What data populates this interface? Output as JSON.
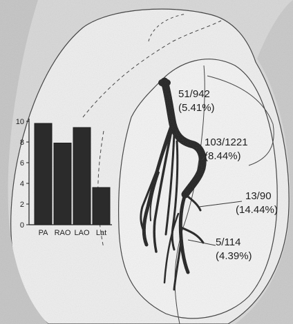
{
  "annotations": [
    {
      "id": "a1",
      "line1": "51/942",
      "line2": "(5.41%)"
    },
    {
      "id": "a2",
      "line1": "103/1221",
      "line2": "(8.44%)"
    },
    {
      "id": "a3",
      "line1": "13/90",
      "line2": "(14.44%)"
    },
    {
      "id": "a4",
      "line1": "5/114",
      "line2": "(4.39%)"
    }
  ],
  "colors": {
    "background": "#d7d7d7",
    "heart_fill": "#eeeeee",
    "ink": "#1e1e1e",
    "bar_fill": "#2b2b2b"
  },
  "chart_data": {
    "type": "bar",
    "categories": [
      "PA",
      "RAO",
      "LAO",
      "Lat"
    ],
    "values": [
      9.8,
      7.9,
      9.4,
      3.6
    ],
    "ylim": [
      0,
      10
    ],
    "yticks": [
      0,
      2,
      4,
      6,
      8,
      10
    ],
    "title": "",
    "xlabel": "",
    "ylabel": "",
    "grid": false,
    "legend": "none"
  }
}
